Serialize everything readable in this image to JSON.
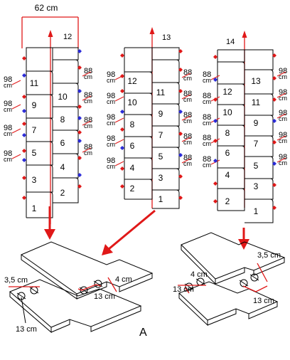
{
  "colors": {
    "line": "#000000",
    "accent_red": "#e01818",
    "marker_blue": "#2a2ad8",
    "background": "#ffffff"
  },
  "top_dimension": "62 cm",
  "column_1": {
    "arrow_number": "12",
    "steps": [
      "1",
      "2",
      "3",
      "4",
      "5",
      "6",
      "7",
      "8",
      "9",
      "10",
      "11"
    ],
    "spacing_labels": [
      {
        "side": "left",
        "num": "98",
        "unit": "cm"
      },
      {
        "side": "left",
        "num": "98",
        "unit": "cm"
      },
      {
        "side": "left",
        "num": "98",
        "unit": "cm"
      },
      {
        "side": "left",
        "num": "98",
        "unit": "cm"
      },
      {
        "side": "right",
        "num": "88",
        "unit": "cm"
      },
      {
        "side": "right",
        "num": "88",
        "unit": "cm"
      },
      {
        "side": "right",
        "num": "88",
        "unit": "cm"
      },
      {
        "side": "right",
        "num": "88",
        "unit": "cm"
      }
    ]
  },
  "column_2": {
    "arrow_number": "13",
    "steps": [
      "1",
      "2",
      "3",
      "4",
      "5",
      "6",
      "7",
      "8",
      "9",
      "10",
      "11",
      "12"
    ],
    "spacing_labels": [
      {
        "side": "left",
        "num": "98",
        "unit": "cm"
      },
      {
        "side": "left",
        "num": "98",
        "unit": "cm"
      },
      {
        "side": "left",
        "num": "98",
        "unit": "cm"
      },
      {
        "side": "left",
        "num": "98",
        "unit": "cm"
      },
      {
        "side": "left",
        "num": "98",
        "unit": "cm"
      },
      {
        "side": "right",
        "num": "88",
        "unit": "cm"
      },
      {
        "side": "right",
        "num": "88",
        "unit": "cm"
      },
      {
        "side": "right",
        "num": "88",
        "unit": "cm"
      },
      {
        "side": "right",
        "num": "88",
        "unit": "cm"
      },
      {
        "side": "right",
        "num": "88",
        "unit": "cm"
      }
    ]
  },
  "column_3": {
    "arrow_number": "14",
    "steps": [
      "1",
      "2",
      "3",
      "4",
      "5",
      "6",
      "7",
      "8",
      "9",
      "10",
      "11",
      "12",
      "13"
    ],
    "spacing_labels": [
      {
        "side": "left",
        "num": "88",
        "unit": "cm"
      },
      {
        "side": "left",
        "num": "88",
        "unit": "cm"
      },
      {
        "side": "left",
        "num": "88",
        "unit": "cm"
      },
      {
        "side": "left",
        "num": "88",
        "unit": "cm"
      },
      {
        "side": "left",
        "num": "88",
        "unit": "cm"
      },
      {
        "side": "right",
        "num": "98",
        "unit": "cm"
      },
      {
        "side": "right",
        "num": "98",
        "unit": "cm"
      },
      {
        "side": "right",
        "num": "98",
        "unit": "cm"
      },
      {
        "side": "right",
        "num": "98",
        "unit": "cm"
      },
      {
        "side": "right",
        "num": "98",
        "unit": "cm"
      }
    ]
  },
  "detail_left": {
    "dim_top_left": "3,5 cm",
    "dim_right_a": "4 cm",
    "dim_right_b": "13 cm",
    "dim_bottom": "13 cm"
  },
  "detail_right": {
    "dim_top_right": "3,5 cm",
    "dim_left_a": "4 cm",
    "dim_left_b": "13 cm",
    "dim_bottom": "13 cm"
  },
  "figure_label": "A"
}
